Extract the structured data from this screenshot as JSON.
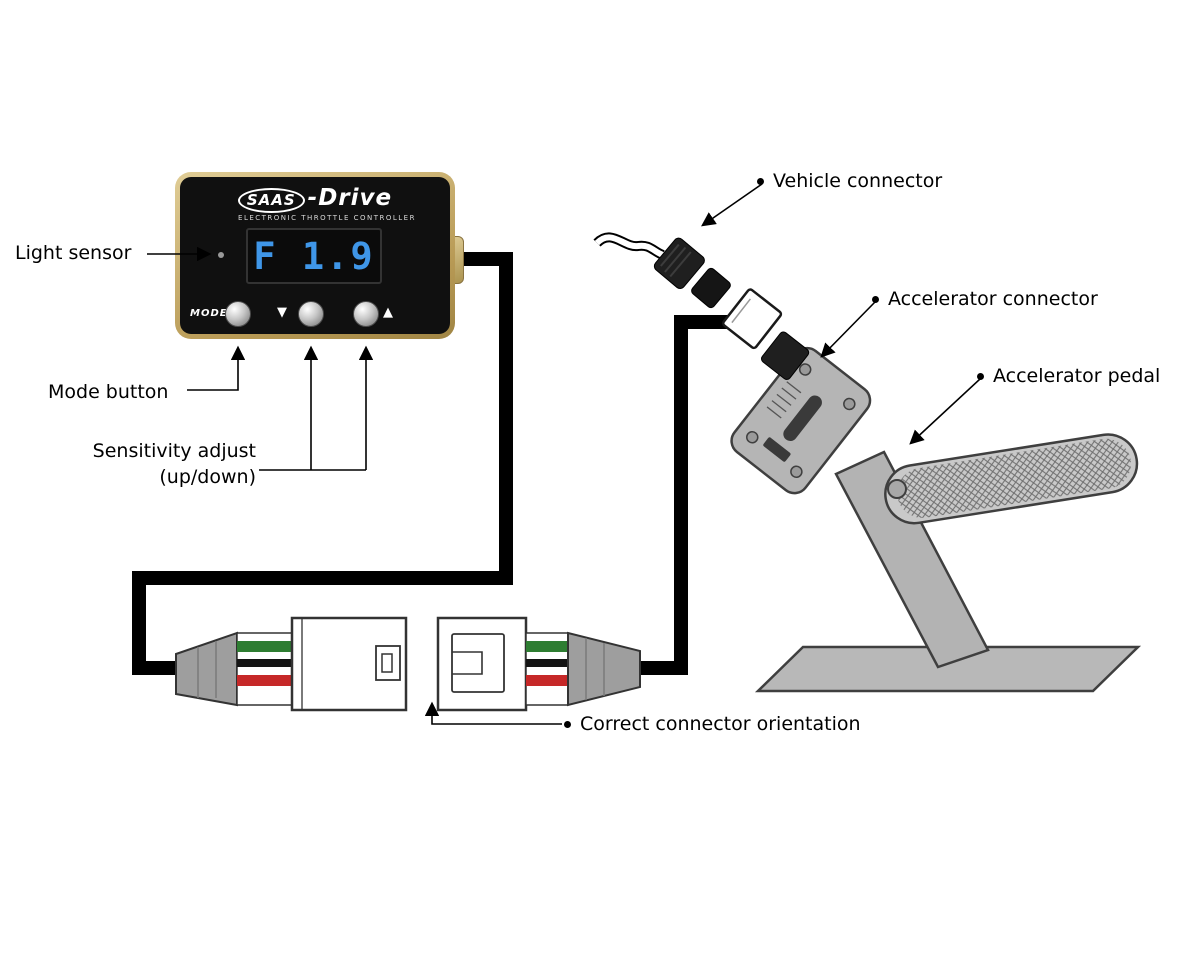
{
  "diagram": {
    "device": {
      "brand": "SAAS",
      "brand_suffix": "-Drive",
      "subtitle": "ELECTRONIC THROTTLE CONTROLLER",
      "display_value": "F 1.9",
      "mode_label": "MODE",
      "down_arrow": "▼",
      "up_arrow": "▲"
    },
    "labels": {
      "light_sensor": "Light sensor",
      "mode_button": "Mode button",
      "sensitivity_line1": "Sensitivity adjust",
      "sensitivity_line2": "(up/down)",
      "vehicle_connector": "Vehicle connector",
      "accelerator_connector": "Accelerator connector",
      "accelerator_pedal": "Accelerator pedal",
      "correct_connector_orientation": "Correct connector orientation"
    },
    "colors": {
      "device_bezel_gold": "#c9ad6b",
      "device_body": "#101010",
      "display_blue": "#3f96e8",
      "wire_green": "#2e7d32",
      "wire_black": "#141414",
      "wire_red": "#c62828",
      "cable_black": "#000000",
      "metal_gray": "#b5b5b5"
    }
  }
}
